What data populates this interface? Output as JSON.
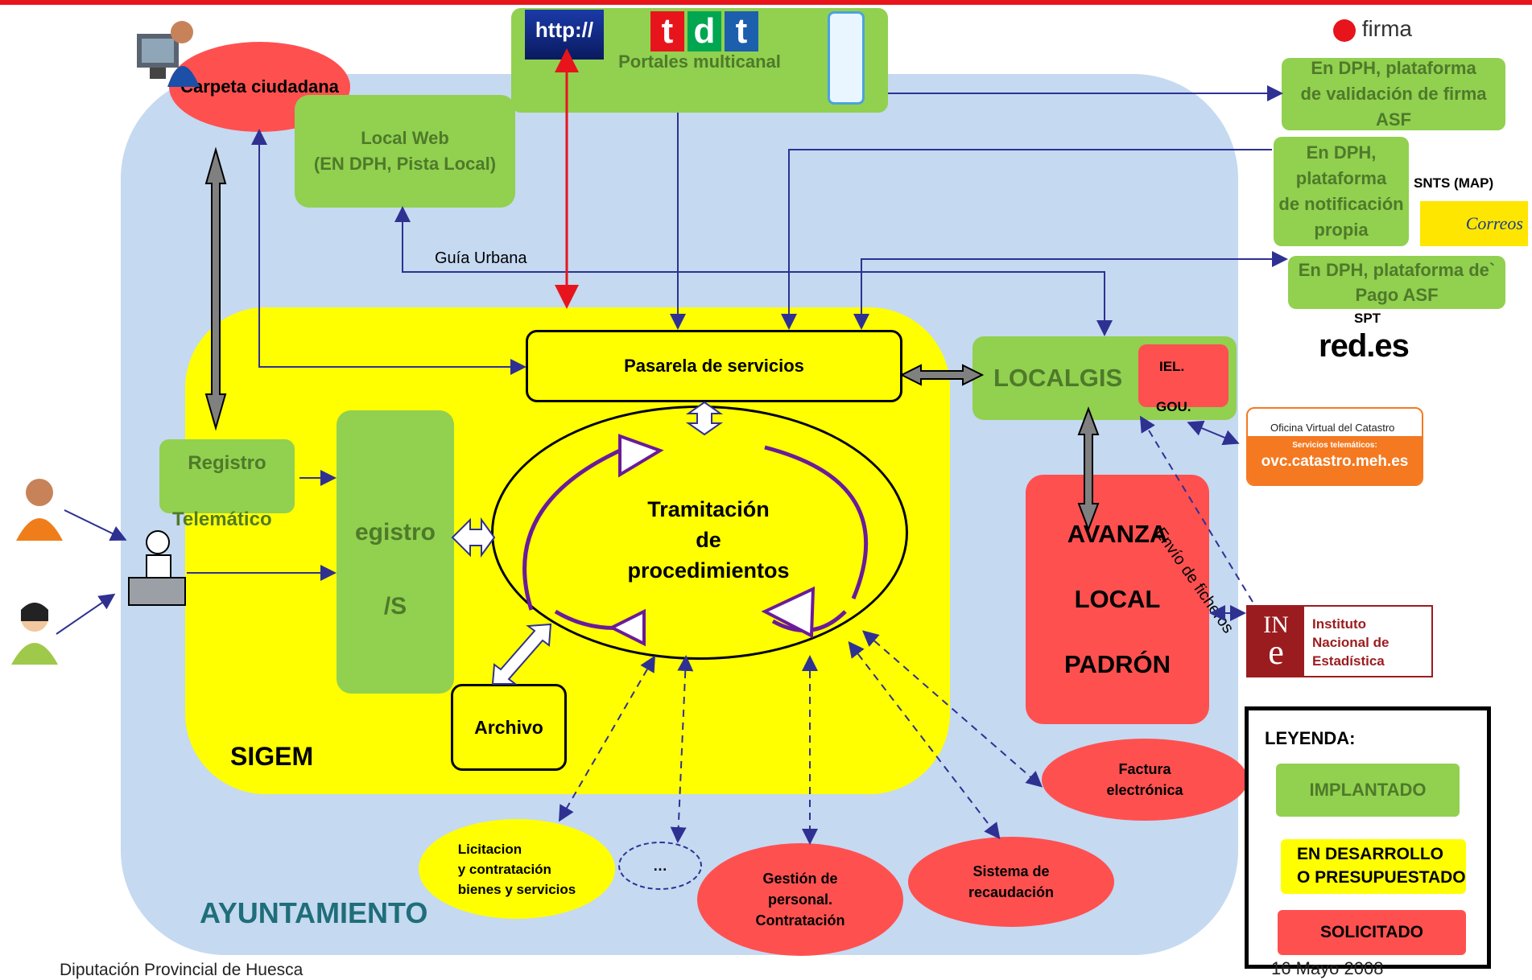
{
  "colors": {
    "implantado": "#92d050",
    "desarrollo": "#ffff00",
    "solicitado": "#ff5050",
    "ayuntamiento_bg": "#c5d9f1",
    "arrow_blue": "#2e3192",
    "arrow_red": "#e8141c"
  },
  "top": {
    "portales": "Portales multicanal",
    "http": "http://",
    "tdt": [
      "t",
      "d",
      "t"
    ]
  },
  "carpeta": "Carpeta ciudadana",
  "localweb": {
    "line1": "Local Web",
    "line2": "(EN DPH, Pista Local)"
  },
  "guia": "Guía Urbana",
  "pasarela": "Pasarela de servicios",
  "localgis": {
    "label": "LOCALGIS",
    "iel": "IEL.",
    "gou": "GOU."
  },
  "registro_tel": {
    "line1": "Registro",
    "line2": "Telemático"
  },
  "eregistro": {
    "line1": "egistro",
    "line2": "/S"
  },
  "tramitacion": [
    "Tramitación",
    "de",
    "procedimientos"
  ],
  "archivo": "Archivo",
  "sigem": "SIGEM",
  "ayuntamiento": "AYUNTAMIENTO",
  "avanza": [
    "AVANZA",
    "LOCAL",
    "PADRÓN"
  ],
  "right": {
    "afirma": "firma",
    "validacion": [
      "En DPH, plataforma",
      "de validación de firma",
      "ASF"
    ],
    "notificacion": [
      "En DPH,",
      "plataforma",
      "de notificación",
      "propia"
    ],
    "snts": "SNTS (MAP)",
    "correos": "Correos",
    "pago": [
      "En DPH, plataforma de`",
      "Pago  ASF"
    ],
    "spt": "SPT",
    "redes": "red.es",
    "catastro": {
      "title": "Oficina Virtual del Catastro",
      "sub": "Servicios telemáticos:",
      "url": "ovc.catastro.meh.es"
    },
    "envio": "Envío de ficheros",
    "ine": {
      "logo_top": "IN",
      "logo_bottom": "e",
      "lines": [
        "Instituto",
        "Nacional de",
        "Estadística"
      ]
    }
  },
  "bottom_items": {
    "licitacion": [
      "Licitacion",
      "y contratación",
      "bienes y servicios"
    ],
    "dots": "…",
    "gestion": [
      "Gestión de",
      "personal.",
      "Contratación"
    ],
    "recaudacion": [
      "Sistema de",
      "recaudación"
    ],
    "factura": [
      "Factura",
      "electrónica"
    ]
  },
  "legend": {
    "title": "LEYENDA:",
    "implantado": "IMPLANTADO",
    "desarrollo": [
      "EN DESARROLLO",
      "O PRESUPUESTADO"
    ],
    "solicitado": "SOLICITADO"
  },
  "footer": {
    "left": "Diputación Provincial de Huesca",
    "right": "16 Mayo 2008"
  }
}
